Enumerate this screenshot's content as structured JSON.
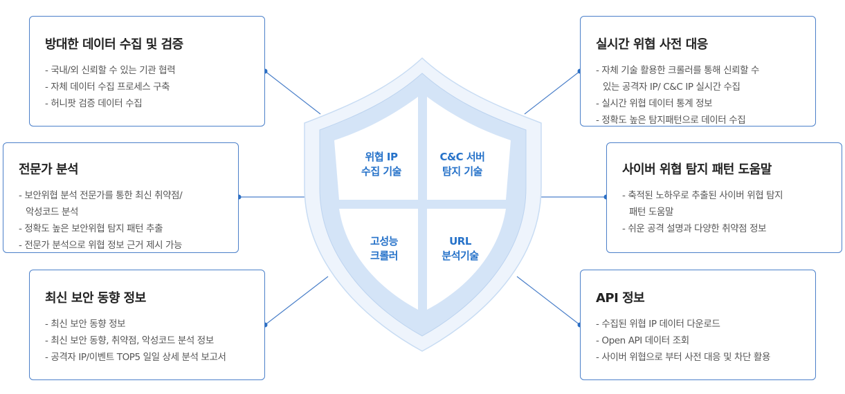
{
  "colors": {
    "accent": "#2672c9",
    "border": "#4a7fc9",
    "shield_light": "#e7f0fb",
    "shield_mid": "#d2e3f6"
  },
  "shield": {
    "q1": {
      "line1": "위협 IP",
      "line2": "수집 기술"
    },
    "q2": {
      "line1": "C&C 서버",
      "line2": "탐지 기술"
    },
    "q3": {
      "line1": "고성능",
      "line2": "크롤러"
    },
    "q4": {
      "line1": "URL",
      "line2": "분석기술"
    }
  },
  "left": [
    {
      "title": "방대한 데이터 수집 및 검증",
      "items": [
        "- 국내/외 신뢰할 수 있는 기관 협력",
        "- 자체 데이터 수집 프로세스 구축",
        "- 허니팟 검증 데이터 수집"
      ]
    },
    {
      "title": "전문가 분석",
      "items": [
        "- 보안위협 분석 전문가를 통한 최신 취약점/",
        "악성코드 분석",
        "- 정확도 높은 보안위협 탐지 패턴 추출",
        "- 전문가 분석으로 위협 정보 근거 제시 가능"
      ]
    },
    {
      "title": "최신 보안 동향 정보",
      "items": [
        "- 최신 보안 동향 정보",
        "- 최신 보안 동향, 취약점, 악성코드 분석 정보",
        "- 공격자 IP/이벤트 TOP5 일일 상세 분석 보고서"
      ]
    }
  ],
  "right": [
    {
      "title": "실시간 위협 사전 대응",
      "items": [
        "- 자체 기술 활용한 크롤러를 통해 신뢰할 수",
        "있는 공격자 IP/ C&C IP 실시간 수집",
        "- 실시간 위협 데이터 통계 정보",
        "- 정확도 높은 탐지패턴으로 데이터 수집"
      ]
    },
    {
      "title": "사이버 위협 탐지 패턴 도움말",
      "items": [
        "- 축적된 노하우로 추출된 사이버 위협 탐지",
        "패턴 도움말",
        "- 쉬운 공격 설명과 다양한 취약점 정보"
      ]
    },
    {
      "title": "API 정보",
      "items": [
        "- 수집된 위협 IP 데이터 다운로드",
        "- Open API 데이터 조회",
        "- 사이버 위협으로 부터 사전 대응 및 차단 활용"
      ]
    }
  ]
}
